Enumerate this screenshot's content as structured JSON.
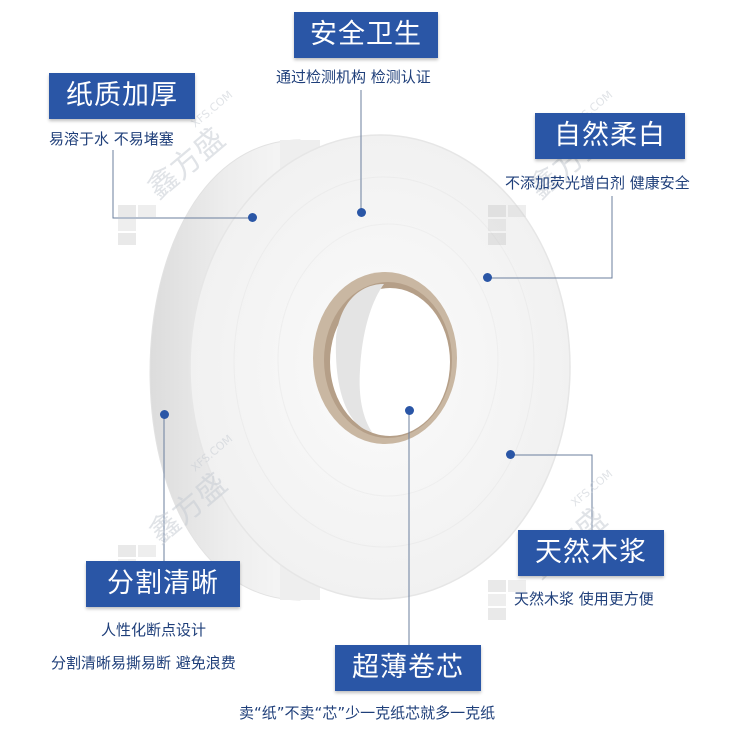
{
  "features": [
    {
      "title": "安全卫生",
      "captions": [
        "通过检测机构 检测认证"
      ]
    },
    {
      "title": "纸质加厚",
      "captions": [
        "易溶于水 不易堵塞"
      ]
    },
    {
      "title": "自然柔白",
      "captions": [
        "不添加荧光增白剂 健康安全"
      ]
    },
    {
      "title": "天然木浆",
      "captions": [
        "天然木浆 使用更方便"
      ]
    },
    {
      "title": "分割清晰",
      "captions": [
        "人性化断点设计",
        "分割清晰易撕易断 避免浪费"
      ]
    },
    {
      "title": "超薄卷芯",
      "captions": [
        "卖“纸”不卖“芯”少一克纸芯就多一克纸"
      ]
    }
  ],
  "watermark": "鑫方盛",
  "watermark_url": "XFS.COM",
  "colors": {
    "badge": "#2a56a6",
    "caption": "#1f3f7a",
    "tissue": "#f3f3f3",
    "core": "#c9b7a2"
  }
}
